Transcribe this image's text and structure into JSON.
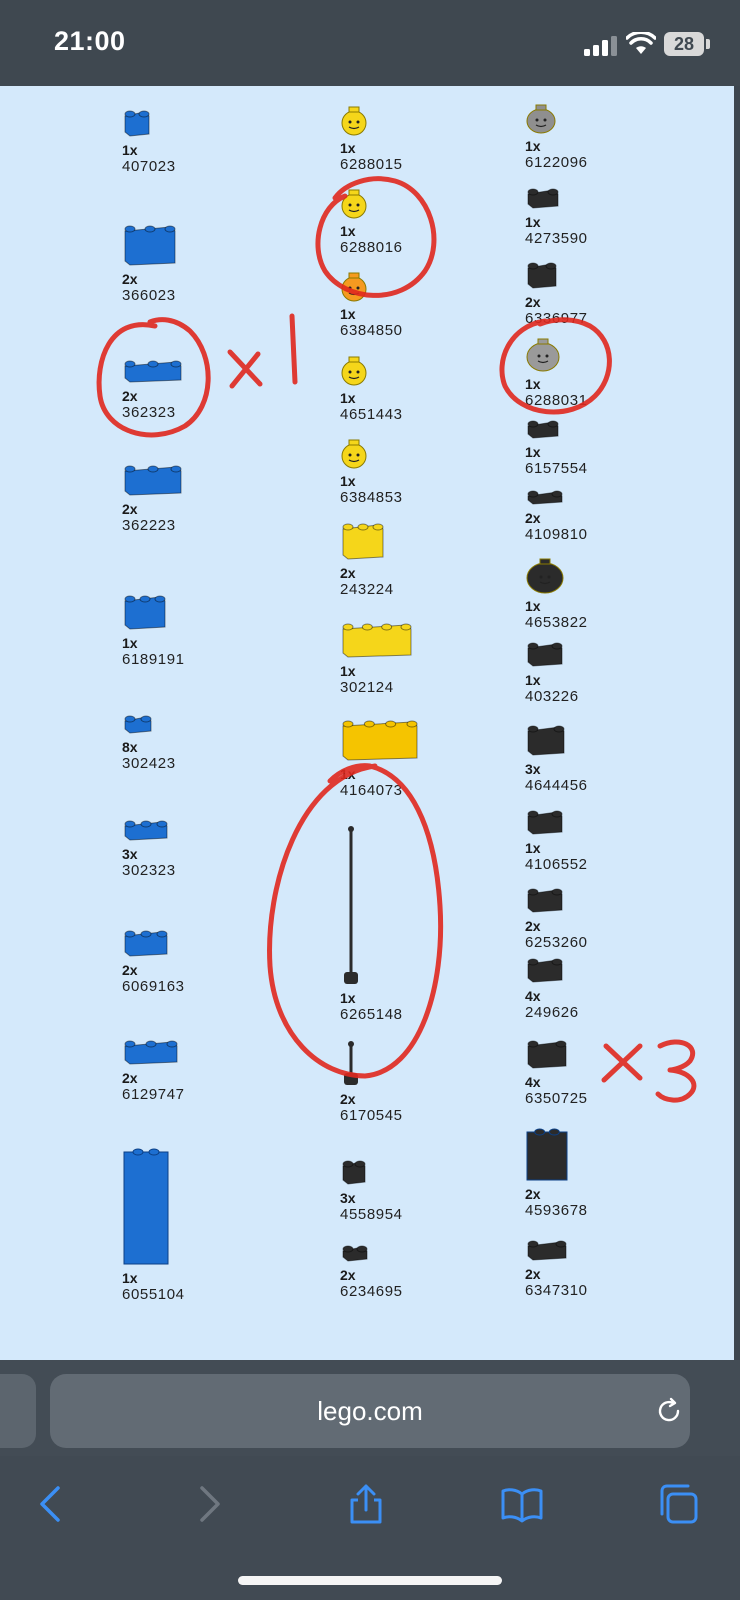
{
  "status_bar": {
    "time": "21:00",
    "battery": "28"
  },
  "browser": {
    "url": "lego.com"
  },
  "parts": {
    "left": [
      {
        "qty": "1x",
        "id": "407023"
      },
      {
        "qty": "2x",
        "id": "366023"
      },
      {
        "qty": "2x",
        "id": "362323"
      },
      {
        "qty": "2x",
        "id": "362223"
      },
      {
        "qty": "1x",
        "id": "6189191"
      },
      {
        "qty": "8x",
        "id": "302423"
      },
      {
        "qty": "3x",
        "id": "302323"
      },
      {
        "qty": "2x",
        "id": "6069163"
      },
      {
        "qty": "2x",
        "id": "6129747"
      },
      {
        "qty": "1x",
        "id": "6055104"
      }
    ],
    "middle": [
      {
        "qty": "1x",
        "id": "6288015"
      },
      {
        "qty": "1x",
        "id": "6288016"
      },
      {
        "qty": "1x",
        "id": "6384850"
      },
      {
        "qty": "1x",
        "id": "4651443"
      },
      {
        "qty": "1x",
        "id": "6384853"
      },
      {
        "qty": "2x",
        "id": "243224"
      },
      {
        "qty": "1x",
        "id": "302124"
      },
      {
        "qty": "1x",
        "id": "4164073"
      },
      {
        "qty": "1x",
        "id": "6265148"
      },
      {
        "qty": "2x",
        "id": "6170545"
      },
      {
        "qty": "3x",
        "id": "4558954"
      },
      {
        "qty": "2x",
        "id": "6234695"
      }
    ],
    "right": [
      {
        "qty": "1x",
        "id": "6122096"
      },
      {
        "qty": "1x",
        "id": "4273590"
      },
      {
        "qty": "2x",
        "id": "6336977"
      },
      {
        "qty": "1x",
        "id": "6288031"
      },
      {
        "qty": "1x",
        "id": "6157554"
      },
      {
        "qty": "2x",
        "id": "4109810"
      },
      {
        "qty": "1x",
        "id": "4653822"
      },
      {
        "qty": "1x",
        "id": "403226"
      },
      {
        "qty": "3x",
        "id": "4644456"
      },
      {
        "qty": "1x",
        "id": "4106552"
      },
      {
        "qty": "2x",
        "id": "6253260"
      },
      {
        "qty": "4x",
        "id": "249626"
      },
      {
        "qty": "4x",
        "id": "6350725"
      },
      {
        "qty": "2x",
        "id": "4593678"
      },
      {
        "qty": "2x",
        "id": "6347310"
      }
    ]
  },
  "annotations": {
    "left_note": "x 1",
    "right_note": "x3"
  },
  "colors": {
    "blue": "#1d6fd1",
    "yellow": "#f5d61a",
    "dark": "#2b2b2b",
    "red_ink": "#e0281e",
    "page_bg": "#d4e9fb"
  }
}
